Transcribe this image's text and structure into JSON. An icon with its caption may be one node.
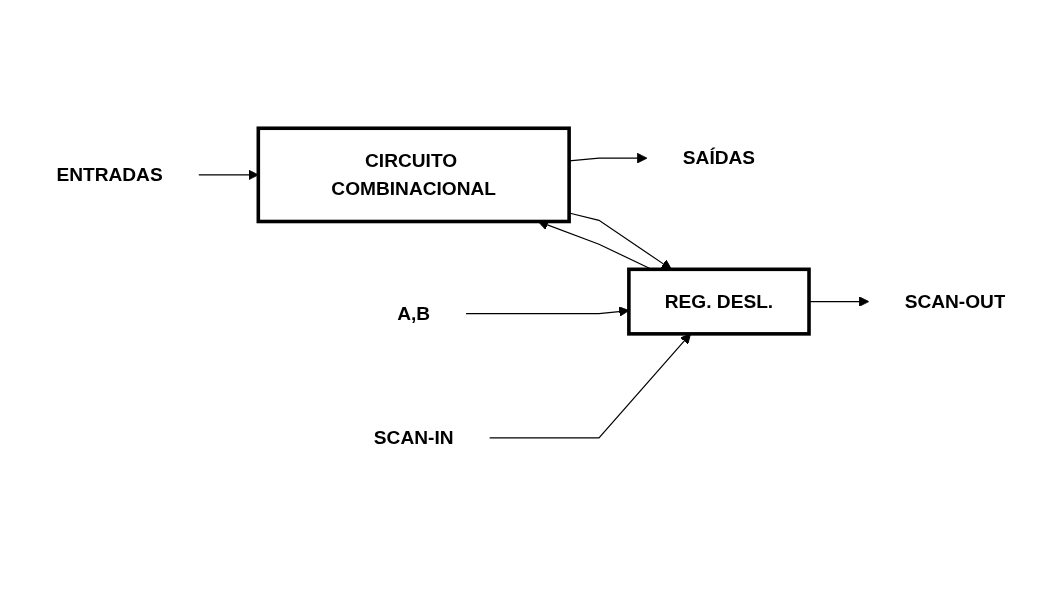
{
  "diagram": {
    "nodes": [
      {
        "text": [
          "ENTRADAS"
        ]
      },
      {
        "text": [
          "CIRCUITO COMBINACIONAL"
        ]
      },
      {
        "text": [
          "SAÍDAS"
        ]
      },
      {
        "text": [
          "REG. DESL."
        ]
      },
      {
        "text": [
          "SCAN-OUT"
        ]
      },
      {
        "text": [
          "A,B"
        ]
      },
      {
        "text": [
          "SCAN-IN"
        ]
      }
    ],
    "edges": [
      {
        "from": 0,
        "to": 1,
        "arrow": "to"
      },
      {
        "from": 1,
        "to": 2,
        "arrow": "to"
      },
      {
        "from": 1,
        "to": 3,
        "arrow": "to"
      },
      {
        "from": 3,
        "to": 4,
        "arrow": "to"
      },
      {
        "from": 5,
        "to": 3,
        "arrow": "to"
      },
      {
        "from": 6,
        "to": 3,
        "arrow": "to"
      },
      {
        "from": 3,
        "to": 1,
        "arrow": "to"
      }
    ]
  }
}
